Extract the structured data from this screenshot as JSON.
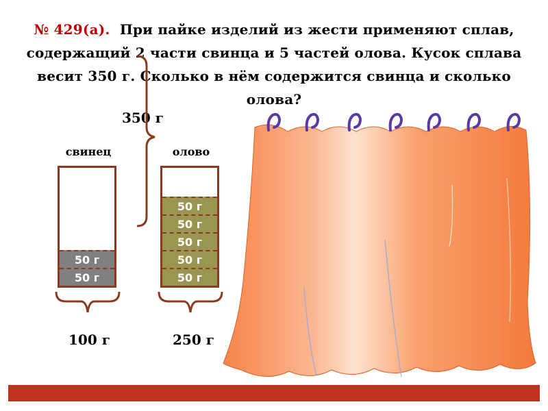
{
  "problem": {
    "number": "№ 429(а).",
    "text": "При пайке изделий из жести применяют сплав, содержащий 2 части свинца и 5 частей олова. Кусок сплава весит 350 г. Сколько в нём содержится свинца и сколько олова?"
  },
  "total_label": "350 г",
  "jars": [
    {
      "label": "свинец",
      "fill_color": "#808080",
      "parts": [
        "50 г",
        "50 г"
      ],
      "answer": "100 г"
    },
    {
      "label": "олово",
      "fill_color": "#9a9550",
      "parts": [
        "50 г",
        "50 г",
        "50 г",
        "50 г",
        "50 г"
      ],
      "answer": "250 г"
    }
  ],
  "colors": {
    "outline": "#8b3a1e",
    "curtain": "#f7844a",
    "curtain_light": "#fde2d0",
    "rings": "#5a3aa0",
    "bottom_bar": "#c1301c",
    "problem_number": "#c00000"
  }
}
